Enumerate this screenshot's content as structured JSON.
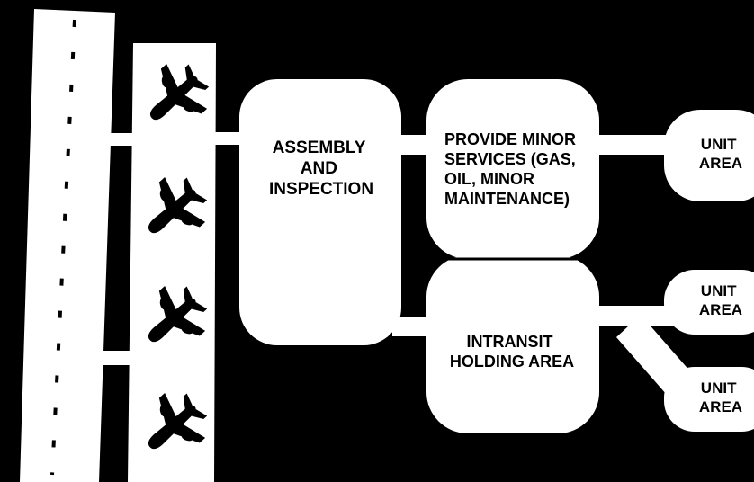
{
  "diagram": {
    "colors": {
      "background": "#000000",
      "shape_fill": "#ffffff",
      "text": "#000000"
    },
    "runway": {
      "marking": "dashed-centerline"
    },
    "aircraft": [
      {
        "icon": "airplane-icon"
      },
      {
        "icon": "airplane-icon"
      },
      {
        "icon": "airplane-icon"
      },
      {
        "icon": "airplane-icon"
      }
    ],
    "assembly": {
      "lines": [
        "ASSEMBLY",
        "AND",
        "INSPECTION"
      ]
    },
    "minor_services": {
      "lines": [
        "PROVIDE MINOR",
        "SERVICES (GAS,",
        "OIL, MINOR",
        "MAINTENANCE)"
      ]
    },
    "holding": {
      "lines": [
        "INTRANSIT",
        "HOLDING AREA"
      ]
    },
    "unit_areas": [
      {
        "lines": [
          "UNIT",
          "AREA"
        ]
      },
      {
        "lines": [
          "UNIT",
          "AREA"
        ]
      },
      {
        "lines": [
          "UNIT",
          "AREA"
        ]
      }
    ]
  }
}
